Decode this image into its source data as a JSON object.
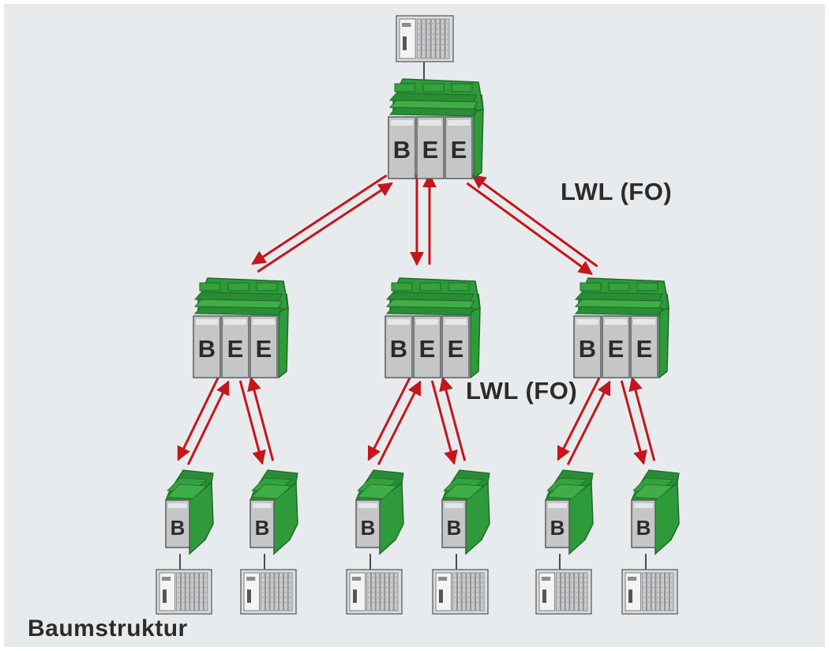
{
  "title": "Baumstruktur",
  "link_label_upper": "LWL (FO)",
  "link_label_lower": "LWL (FO)",
  "colors": {
    "background": "#e8ebee",
    "module_green": "#2f9a3a",
    "module_green_dark": "#1e6b27",
    "module_grey": "#c4c6c8",
    "arrow_red": "#c4161c",
    "text": "#2b2b2b"
  },
  "icons": {
    "controller": "plc-rack-icon",
    "large_module": "fo-multiport-module-icon",
    "small_module": "fo-module-icon",
    "link": "bidirectional-fiber-arrow-icon"
  },
  "nodes": {
    "root_plc": {
      "type": "controller"
    },
    "root_module": {
      "letters": [
        "B",
        "E",
        "E"
      ]
    },
    "level1_modules": [
      {
        "letters": [
          "B",
          "E",
          "E"
        ]
      },
      {
        "letters": [
          "B",
          "E",
          "E"
        ]
      },
      {
        "letters": [
          "B",
          "E",
          "E"
        ]
      }
    ],
    "leaf_modules": [
      {
        "letter": "B"
      },
      {
        "letter": "B"
      },
      {
        "letter": "B"
      },
      {
        "letter": "B"
      },
      {
        "letter": "B"
      },
      {
        "letter": "B"
      }
    ],
    "leaf_plcs": 6
  }
}
